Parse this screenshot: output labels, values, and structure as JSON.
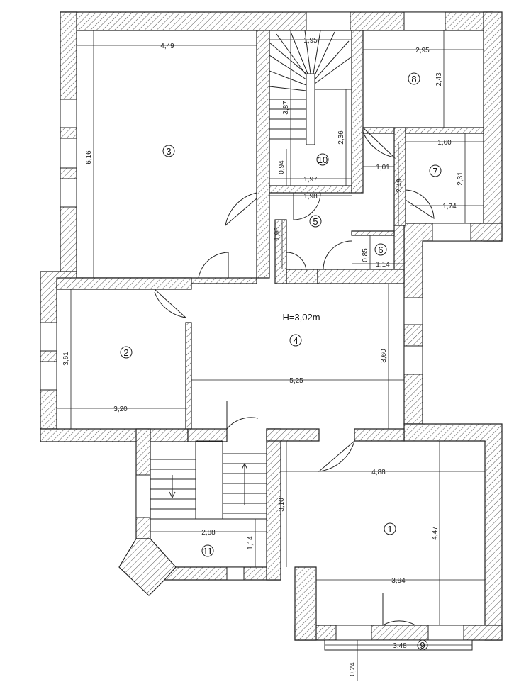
{
  "plan": {
    "ceiling_height": "H=3,02m",
    "rooms": [
      {
        "id": "1",
        "label": "1"
      },
      {
        "id": "2",
        "label": "2"
      },
      {
        "id": "3",
        "label": "3"
      },
      {
        "id": "4",
        "label": "4"
      },
      {
        "id": "5",
        "label": "5"
      },
      {
        "id": "6",
        "label": "6"
      },
      {
        "id": "7",
        "label": "7"
      },
      {
        "id": "8",
        "label": "8"
      },
      {
        "id": "9",
        "label": "9"
      },
      {
        "id": "10",
        "label": "10"
      },
      {
        "id": "11",
        "label": "11"
      }
    ],
    "dimensions": {
      "r3_width": "4,49",
      "r3_height": "6,16",
      "r10_top": "1,95",
      "r10_stair": "3,87",
      "r10_side": "2,36",
      "r10_low": "0,94",
      "r10_width": "1,97",
      "r5_width": "1,98",
      "r5_height": "1,96",
      "r8_width": "2,95",
      "r8_height": "2,43",
      "r7_width": "1,60",
      "r7_height": "2,31",
      "r7_bottom": "1,74",
      "door_1_01": "1,01",
      "r6_side": "2,49",
      "r6_height": "0,85",
      "r6_width": "1,14",
      "r2_height": "3,61",
      "r2_width": "3,20",
      "r4_height": "3,60",
      "r4_width": "5,25",
      "r1_width": "4,88",
      "r1_side": "3,10",
      "r1_height": "4,47",
      "r1_bottom": "3,94",
      "r9_width": "3,48",
      "r9_depth": "0,24",
      "r11_width": "2,88",
      "r11_height": "1,14"
    }
  }
}
